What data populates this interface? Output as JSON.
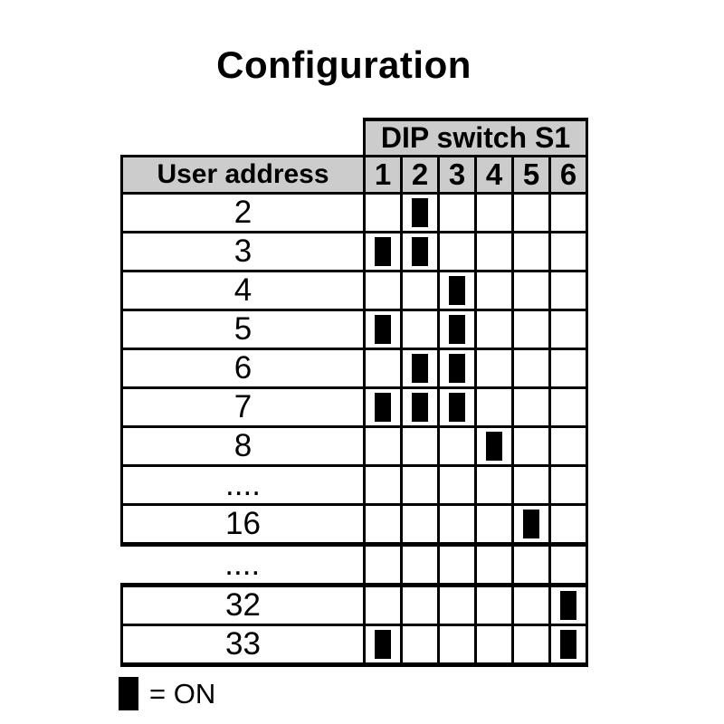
{
  "title": "Configuration",
  "table": {
    "group_header": "DIP switch S1",
    "address_header": "User address",
    "switch_labels": [
      "1",
      "2",
      "3",
      "4",
      "5",
      "6"
    ],
    "switch_count": 6,
    "rows": [
      {
        "address": "2",
        "on": [
          2
        ]
      },
      {
        "address": "3",
        "on": [
          1,
          2
        ]
      },
      {
        "address": "4",
        "on": [
          3
        ]
      },
      {
        "address": "5",
        "on": [
          1,
          3
        ]
      },
      {
        "address": "6",
        "on": [
          2,
          3
        ]
      },
      {
        "address": "7",
        "on": [
          1,
          2,
          3
        ]
      },
      {
        "address": "8",
        "on": [
          4
        ]
      },
      {
        "address": "....",
        "on": []
      },
      {
        "address": "16",
        "on": [
          5
        ],
        "section_end": true
      },
      {
        "address": "....",
        "on": [],
        "gap": true
      },
      {
        "address": "32",
        "on": [
          6
        ],
        "section_start": true
      },
      {
        "address": "33",
        "on": [
          1,
          6
        ]
      }
    ]
  },
  "legend": {
    "symbol": "on-mark",
    "text": "= ON"
  },
  "colors": {
    "header_bg": "#cccccc",
    "mark": "#000000",
    "grid": "#000000",
    "background": "#ffffff"
  }
}
